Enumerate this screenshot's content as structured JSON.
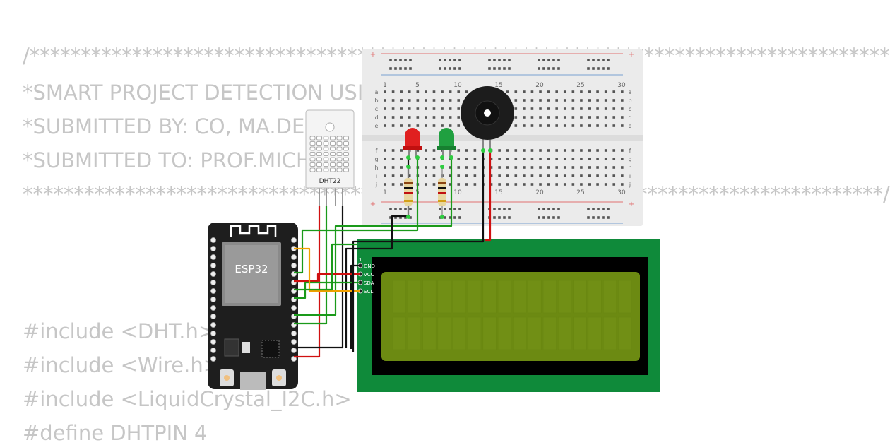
{
  "code": {
    "lines": [
      "/************************************************************************************",
      "*SMART PROJECT DETECTION USING ESP32",
      "*SUBMITTED BY: CO, MA.DENISE",
      "*SUBMITTED TO: PROF.MICHAEL",
      "************************************************************************************/"
    ],
    "includes": [
      "#include <DHT.h>",
      "#include <Wire.h>",
      "#include <LiquidCrystal_I2C.h>",
      "#define DHTPIN 4"
    ]
  },
  "components": {
    "esp32_label": "ESP32",
    "dht_label": "DHT22",
    "lcd_pins": [
      "GND",
      "VCC",
      "SDA",
      "SCL"
    ],
    "lcd_pin_start": "1"
  },
  "breadboard": {
    "column_numbers": [
      "1",
      "5",
      "10",
      "15",
      "20",
      "25",
      "30"
    ],
    "row_letters_top": [
      "a",
      "b",
      "c",
      "d",
      "e"
    ],
    "row_letters_bottom": [
      "f",
      "g",
      "h",
      "i",
      "j"
    ],
    "rail_plus": "+",
    "rail_minus": "−"
  },
  "colors": {
    "code_text": "#c6c6c6",
    "breadboard": "#ebebeb",
    "esp32_board": "#1e1e1e",
    "lcd_pcb": "#0f8a3a",
    "lcd_screen": "#6c8a12",
    "wire_green": "#1a9a1a",
    "wire_red": "#d01010",
    "wire_black": "#111111",
    "wire_orange": "#f0a000",
    "led_red": "#e02020",
    "led_green": "#20a040"
  }
}
